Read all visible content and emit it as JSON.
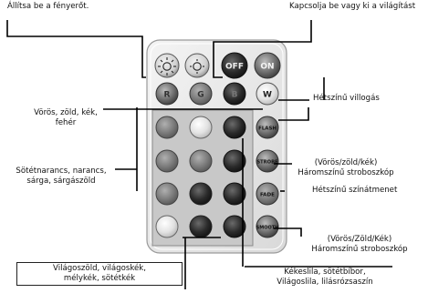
{
  "labels": {
    "brightness": "Állítsa be a fényerőt.",
    "power": "Kapcsolja be vagy ki a világítást",
    "rgbw": [
      "Vörös, zöld, kék,",
      "fehér"
    ],
    "warm": [
      "Sötétnarancs, narancs,",
      "sárga, sárgászöld"
    ],
    "cool": [
      "Világoszöld, világoskék,",
      "mélykék, sötétkék"
    ],
    "purple": [
      "Kékeslila, sötétbíbor,",
      "Világoslila, lilásrózsaszín"
    ],
    "flash": "Hétszínű villogás",
    "strobe": [
      "(Vörös/zöld/kék)",
      "Háromszínű stroboszkóp"
    ],
    "fade": "Hétszínű színátmenet",
    "smooth": [
      "(Vörös/Zöld/Kék)",
      "Háromszínű stroboszkóp"
    ]
  },
  "remote": {
    "off": "OFF",
    "on": "ON",
    "r": "R",
    "g": "G",
    "b": "B",
    "w": "W",
    "flash": "FLASH",
    "strobe": "STROBE",
    "fade": "FADE",
    "smooth": "SMOOTH"
  },
  "icons": [
    "brightness-up-icon",
    "brightness-down-icon"
  ]
}
